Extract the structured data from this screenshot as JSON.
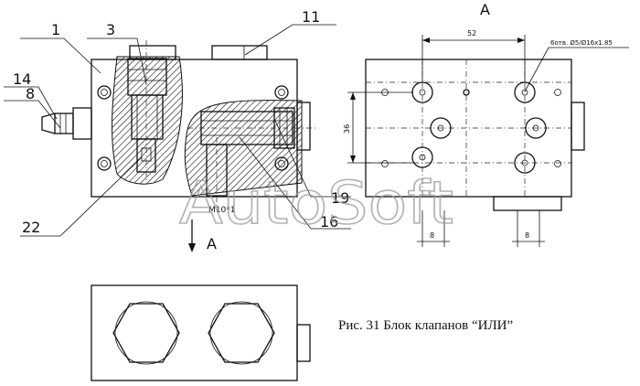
{
  "callouts": {
    "c1": "1",
    "c3": "3",
    "c11": "11",
    "c14": "14",
    "c8": "8",
    "c22": "22",
    "c19": "19",
    "c16": "16"
  },
  "thread_label": "M10*1",
  "view_marker": "A",
  "view_title": "A",
  "dims": {
    "width_52": "52",
    "height_36": "36",
    "bottom_left_8": "8",
    "bottom_right_8": "8",
    "holes_note": "6отв. Ø5/Ø16x1.85"
  },
  "caption": "Рис. 31 Блок клапанов “ИЛИ”",
  "watermark": "AutoSoft"
}
